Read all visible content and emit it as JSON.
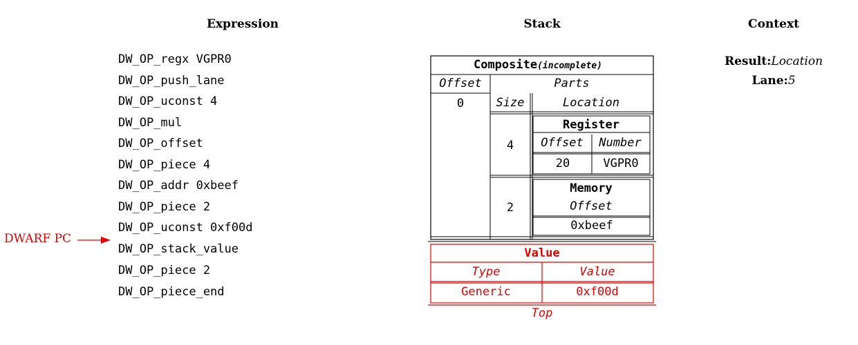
{
  "headers": {
    "expression": "Expression",
    "stack": "Stack",
    "context": "Context"
  },
  "expression": [
    "DW_OP_regx VGPR0",
    "DW_OP_push_lane",
    "DW_OP_uconst 4",
    "DW_OP_mul",
    "DW_OP_offset",
    "DW_OP_piece 4",
    "DW_OP_addr 0xbeef",
    "DW_OP_piece 2",
    "DW_OP_uconst 0xf00d",
    "DW_OP_stack_value",
    "DW_OP_piece 2",
    "DW_OP_piece_end"
  ],
  "pc_marker": {
    "label": "DWARF PC",
    "color": "#e00000"
  },
  "stack": {
    "composite": {
      "title": "Composite",
      "qualifier": "(incomplete)",
      "offset_header": "Offset",
      "parts_header": "Parts",
      "offset_value": "0",
      "size_header": "Size",
      "location_header": "Location",
      "parts": [
        {
          "size": "4",
          "kind": "Register",
          "col1": "Offset",
          "col2": "Number",
          "val1": "20",
          "val2": "VGPR0"
        },
        {
          "size": "2",
          "kind": "Memory",
          "col1": "Offset",
          "val1": "0xbeef"
        }
      ]
    },
    "value": {
      "title": "Value",
      "type_header": "Type",
      "value_header": "Value",
      "type": "Generic",
      "value": "0xf00d",
      "color": "#e00000"
    },
    "top_label": "Top"
  },
  "context": {
    "result_label": "Result:",
    "result_value": "Location",
    "lane_label": "Lane:",
    "lane_value": "5"
  }
}
